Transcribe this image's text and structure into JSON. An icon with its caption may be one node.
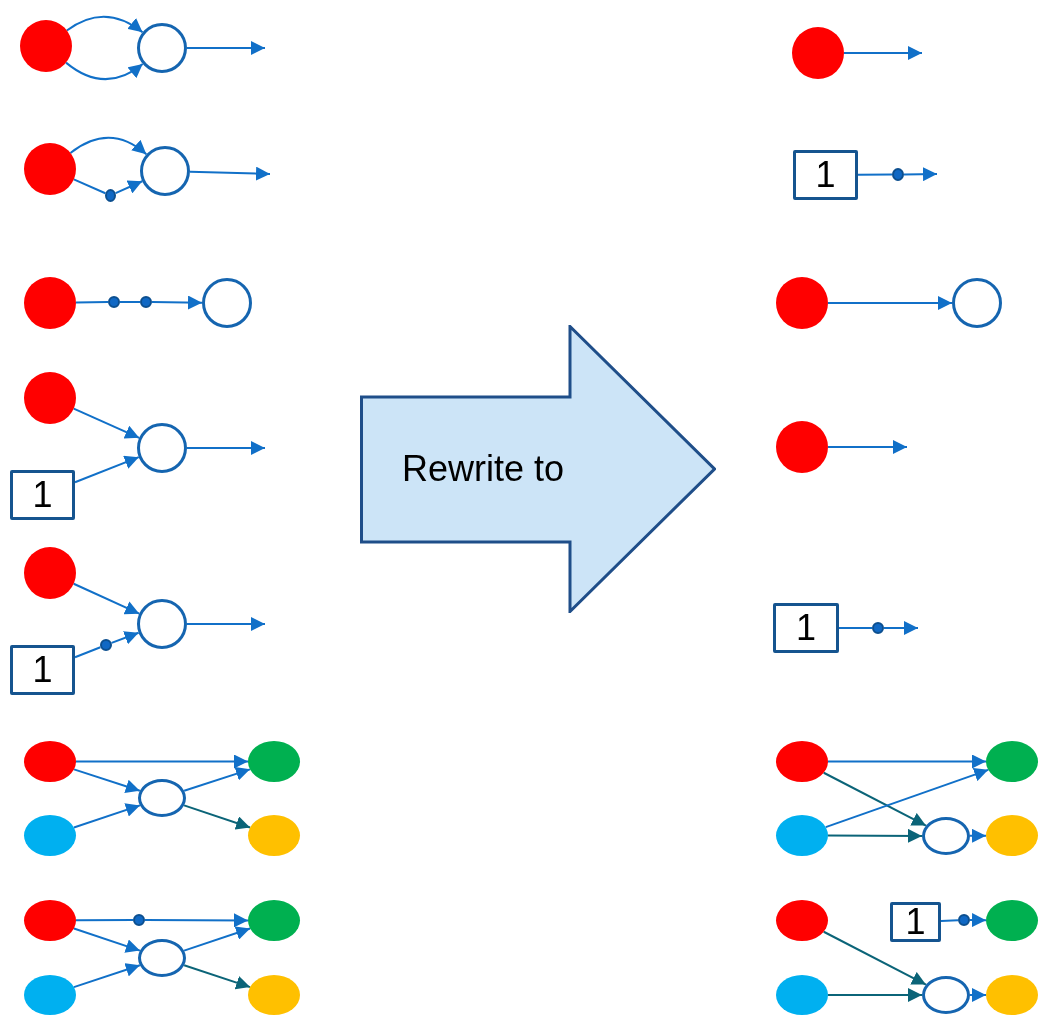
{
  "diagram": {
    "nodes": [
      {
        "text": [],
        "shape": "circle"
      },
      {
        "text": [],
        "shape": "circle"
      },
      {
        "text": [],
        "shape": "circle"
      },
      {
        "text": [],
        "shape": "circle"
      },
      {
        "text": [],
        "shape": "dot"
      },
      {
        "text": [],
        "shape": "circle"
      },
      {
        "text": [],
        "shape": "dot"
      },
      {
        "text": [],
        "shape": "dot"
      },
      {
        "text": [],
        "shape": "circle"
      },
      {
        "text": [],
        "shape": "circle"
      },
      {
        "text": [
          "1"
        ]
      },
      {
        "text": [],
        "shape": "circle"
      },
      {
        "text": [],
        "shape": "circle"
      },
      {
        "text": [
          "1"
        ]
      },
      {
        "text": [],
        "shape": "dot"
      },
      {
        "text": [],
        "shape": "circle"
      },
      {
        "text": [],
        "shape": "ellipse"
      },
      {
        "text": [],
        "shape": "ellipse"
      },
      {
        "text": [],
        "shape": "ellipse"
      },
      {
        "text": [],
        "shape": "ellipse"
      },
      {
        "text": [],
        "shape": "ellipse"
      },
      {
        "text": [],
        "shape": "ellipse"
      },
      {
        "text": [],
        "shape": "ellipse"
      },
      {
        "text": [],
        "shape": "dot"
      },
      {
        "text": [],
        "shape": "ellipse"
      },
      {
        "text": [],
        "shape": "ellipse"
      },
      {
        "text": [],
        "shape": "ellipse"
      },
      {
        "text": [
          "Rewrite to"
        ]
      },
      {
        "text": [],
        "shape": "circle"
      },
      {
        "text": [
          "1"
        ]
      },
      {
        "text": [],
        "shape": "dot"
      },
      {
        "text": [],
        "shape": "circle"
      },
      {
        "text": [],
        "shape": "circle"
      },
      {
        "text": [],
        "shape": "circle"
      },
      {
        "text": [
          "1"
        ]
      },
      {
        "text": [],
        "shape": "dot"
      },
      {
        "text": [],
        "shape": "ellipse"
      },
      {
        "text": [],
        "shape": "ellipse"
      },
      {
        "text": [],
        "shape": "ellipse"
      },
      {
        "text": [],
        "shape": "ellipse"
      },
      {
        "text": [],
        "shape": "ellipse"
      },
      {
        "text": [],
        "shape": "ellipse"
      },
      {
        "text": [],
        "shape": "ellipse"
      },
      {
        "text": [
          "1"
        ]
      },
      {
        "text": [],
        "shape": "dot"
      },
      {
        "text": [],
        "shape": "ellipse"
      },
      {
        "text": [],
        "shape": "ellipse"
      },
      {
        "text": [],
        "shape": "ellipse"
      }
    ],
    "edges": [
      {
        "from": 0,
        "to": 1,
        "arrow": "to"
      },
      {
        "from": 0,
        "to": 1,
        "arrow": "to"
      },
      {
        "from": 1,
        "to": null,
        "arrow": "to"
      },
      {
        "from": 2,
        "to": 3,
        "arrow": "to"
      },
      {
        "from": 2,
        "to": 4,
        "arrow": "none"
      },
      {
        "from": 4,
        "to": 3,
        "arrow": "to"
      },
      {
        "from": 3,
        "to": null,
        "arrow": "to"
      },
      {
        "from": 5,
        "to": 6,
        "arrow": "none"
      },
      {
        "from": 6,
        "to": 7,
        "arrow": "none"
      },
      {
        "from": 7,
        "to": 8,
        "arrow": "to"
      },
      {
        "from": 9,
        "to": 11,
        "arrow": "to"
      },
      {
        "from": 10,
        "to": 11,
        "arrow": "to"
      },
      {
        "from": 11,
        "to": null,
        "arrow": "to"
      },
      {
        "from": 12,
        "to": 15,
        "arrow": "to"
      },
      {
        "from": 13,
        "to": 14,
        "arrow": "none"
      },
      {
        "from": 14,
        "to": 15,
        "arrow": "to"
      },
      {
        "from": 15,
        "to": null,
        "arrow": "to"
      },
      {
        "from": 16,
        "to": 19,
        "arrow": "to"
      },
      {
        "from": 16,
        "to": 18,
        "arrow": "to"
      },
      {
        "from": 17,
        "to": 18,
        "arrow": "to"
      },
      {
        "from": 18,
        "to": 19,
        "arrow": "to"
      },
      {
        "from": 18,
        "to": 20,
        "arrow": "to",
        "color": "#0b6478"
      },
      {
        "from": 21,
        "to": 23,
        "arrow": "none"
      },
      {
        "from": 23,
        "to": 25,
        "arrow": "to"
      },
      {
        "from": 21,
        "to": 24,
        "arrow": "to"
      },
      {
        "from": 22,
        "to": 24,
        "arrow": "to"
      },
      {
        "from": 24,
        "to": 25,
        "arrow": "to"
      },
      {
        "from": 24,
        "to": 26,
        "arrow": "to",
        "color": "#0b6478"
      },
      {
        "from": 28,
        "to": null,
        "arrow": "to"
      },
      {
        "from": 29,
        "to": 30,
        "arrow": "none"
      },
      {
        "from": 30,
        "to": null,
        "arrow": "to"
      },
      {
        "from": 31,
        "to": 32,
        "arrow": "to"
      },
      {
        "from": 33,
        "to": null,
        "arrow": "to"
      },
      {
        "from": 34,
        "to": 35,
        "arrow": "none"
      },
      {
        "from": 35,
        "to": null,
        "arrow": "to"
      },
      {
        "from": 36,
        "to": 39,
        "arrow": "to"
      },
      {
        "from": 36,
        "to": 38,
        "arrow": "to",
        "color": "#0b6478"
      },
      {
        "from": 37,
        "to": 39,
        "arrow": "to"
      },
      {
        "from": 37,
        "to": 38,
        "arrow": "to",
        "color": "#0b6478"
      },
      {
        "from": 38,
        "to": 40,
        "arrow": "to"
      },
      {
        "from": 43,
        "to": 44,
        "arrow": "none"
      },
      {
        "from": 44,
        "to": 46,
        "arrow": "to"
      },
      {
        "from": 41,
        "to": 45,
        "arrow": "to",
        "color": "#0b6478"
      },
      {
        "from": 42,
        "to": 45,
        "arrow": "to",
        "color": "#0b6478"
      },
      {
        "from": 45,
        "to": 47,
        "arrow": "to"
      }
    ]
  }
}
